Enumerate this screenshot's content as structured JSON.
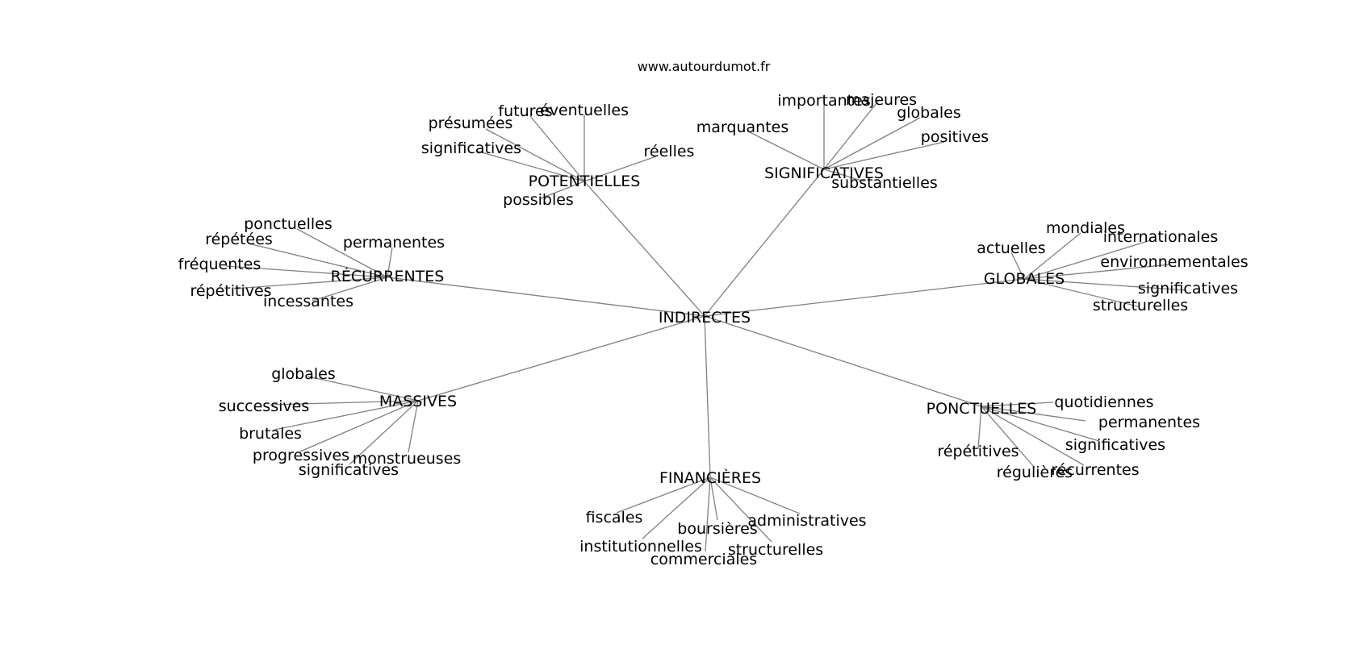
{
  "source": "www.autourdumot.fr",
  "graph": {
    "center": "INDIRECTES",
    "clusters": [
      {
        "label": "POTENTIELLES",
        "words": [
          "futures",
          "éventuelles",
          "présumées",
          "significatives",
          "réelles",
          "possibles"
        ]
      },
      {
        "label": "SIGNIFICATIVES",
        "words": [
          "importantes",
          "majeures",
          "globales",
          "marquantes",
          "positives",
          "substantielles"
        ]
      },
      {
        "label": "RÉCURRENTES",
        "words": [
          "ponctuelles",
          "répétées",
          "permanentes",
          "fréquentes",
          "répétitives",
          "incessantes"
        ]
      },
      {
        "label": "GLOBALES",
        "words": [
          "mondiales",
          "actuelles",
          "internationales",
          "environnementales",
          "significatives",
          "structurelles"
        ]
      },
      {
        "label": "MASSIVES",
        "words": [
          "globales",
          "successives",
          "brutales",
          "progressives",
          "monstrueuses",
          "significatives"
        ]
      },
      {
        "label": "PONCTUELLES",
        "words": [
          "quotidiennes",
          "permanentes",
          "significatives",
          "répétitives",
          "régulières",
          "récurrentes"
        ]
      },
      {
        "label": "FINANCIÈRES",
        "words": [
          "fiscales",
          "administratives",
          "boursières",
          "institutionnelles",
          "structurelles",
          "commerciales"
        ]
      }
    ]
  }
}
